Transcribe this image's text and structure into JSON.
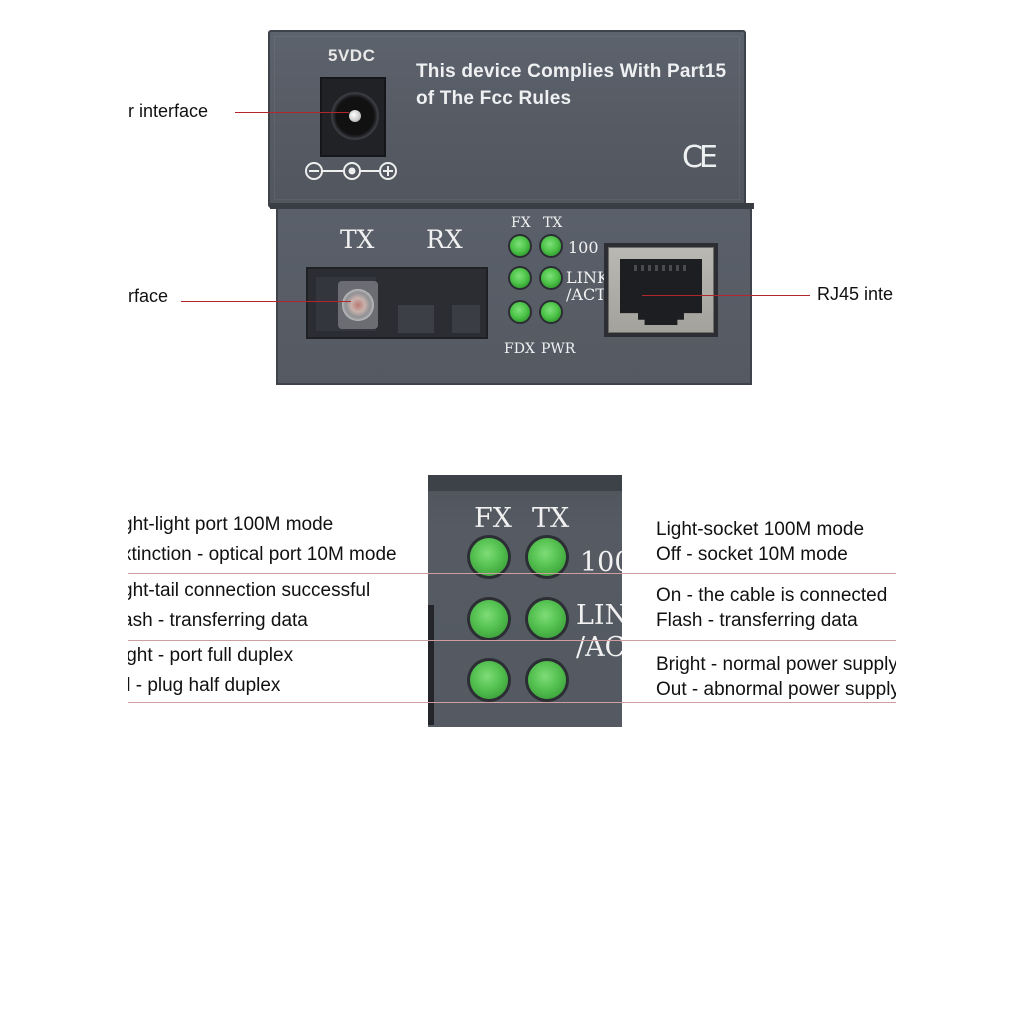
{
  "rear_panel": {
    "power_label": "5VDC",
    "compliance_line1": "This device Complies With Part15",
    "compliance_line2": "of The Fcc Rules",
    "certification_mark": "CE",
    "polarity_symbol": "polarity-icon (− ◉ +)"
  },
  "front_panel": {
    "fiber_tx_label": "TX",
    "fiber_rx_label": "RX",
    "led_column_labels": [
      "FX",
      "TX"
    ],
    "led_side_labels": {
      "row1": "100",
      "row2_line1": "LINK",
      "row2_line2": "/ACT"
    },
    "led_bottom_labels": [
      "FDX",
      "PWR"
    ],
    "led_color": "#4fc54a"
  },
  "callouts": {
    "power_interface": "r interface",
    "fiber_interface": "rface",
    "rj45_interface": "RJ45 inte",
    "line_color": "#b3262b"
  },
  "led_detail": {
    "column_labels": [
      "FX",
      "TX"
    ],
    "side_labels": {
      "row1": "100",
      "row2_line1": "LIN",
      "row2_line2": "/AC"
    },
    "left_descriptions": [
      [
        "ght-light port 100M mode",
        "xtinction - optical port 10M mode"
      ],
      [
        "ght-tail connection successful",
        "ash - transferring data"
      ],
      [
        "ight - port full duplex",
        "ll - plug half duplex"
      ]
    ],
    "right_descriptions": [
      [
        "Light-socket 100M mode",
        "Off - socket 10M mode"
      ],
      [
        "On - the cable is connected",
        "Flash - transferring data"
      ],
      [
        "Bright - normal power supply",
        "Out - abnormal power supply"
      ]
    ]
  }
}
